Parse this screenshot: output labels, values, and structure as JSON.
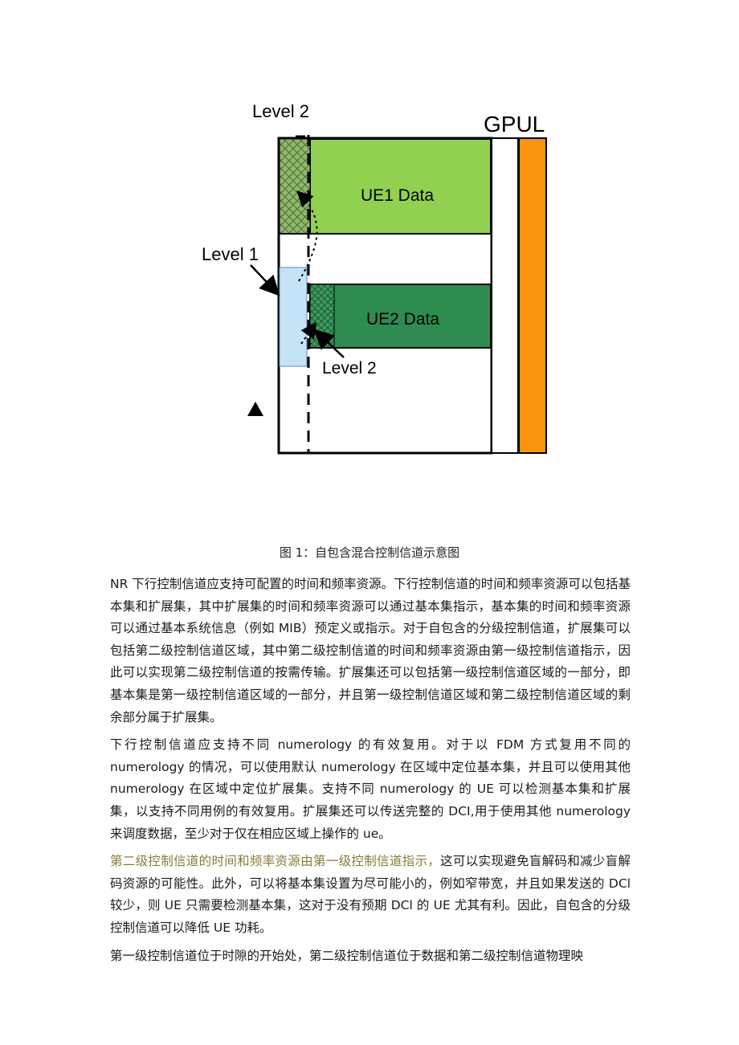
{
  "figure": {
    "label_level2_top": "Level 2",
    "label_gpul": "GPUL",
    "label_ue1": "UE1 Data",
    "label_level1": "Level 1",
    "label_ue2": "UE2 Data",
    "label_level2_bottom": "Level 2",
    "colors": {
      "ue1_fill": "#92d050",
      "ue2_fill": "#2e8b50",
      "level1_fill": "#c5e3f6",
      "gpul_fill": "#f79410",
      "hatch_fill": "#8fb96a"
    }
  },
  "caption": "图 1：自包含混合控制信道示意图",
  "paragraphs": [
    {
      "text": "NR 下行控制信道应支持可配置的时间和频率资源。下行控制信道的时间和频率资源可以包括基本集和扩展集，其中扩展集的时间和频率资源可以通过基本集指示，基本集的时间和频率资源可以通过基本系统信息（例如 MIB）预定义或指示。对于自包含的分级控制信道，扩展集可以包括第二级控制信道区域，其中第二级控制信道的时间和频率资源由第一级控制信道指示，因此可以实现第二级控制信道的按需传输。扩展集还可以包括第一级控制信道区域的一部分，即基本集是第一级控制信道区域的一部分，并且第一级控制信道区域和第二级控制信道区域的剩余部分属于扩展集。"
    },
    {
      "text": "下行控制信道应支持不同 numerology 的有效复用。对于以 FDM 方式复用不同的 numerology 的情况，可以使用默认 numerology 在区域中定位基本集，并且可以使用其他 numerology 在区域中定位扩展集。支持不同 numerology 的 UE 可以检测基本集和扩展集，以支持不同用例的有效复用。扩展集还可以传送完整的 DCI,用于使用其他 numerology 来调度数据，至少对于仅在相应区域上操作的 ue。"
    },
    {
      "highlight": "第二级控制信道的时间和频率资源由第一级控制信道指示，",
      "text": "这可以实现避免盲解码和减少盲解码资源的可能性。此外，可以将基本集设置为尽可能小的，例如窄带宽，并且如果发送的 DCl 较少，则 UE 只需要检测基本集，这对于没有预期 DCl 的 UE 尤其有利。因此，自包含的分级控制信道可以降低 UE 功耗。"
    },
    {
      "text": "第一级控制信道位于时隙的开始处，第二级控制信道位于数据和第二级控制信道物理映"
    }
  ]
}
